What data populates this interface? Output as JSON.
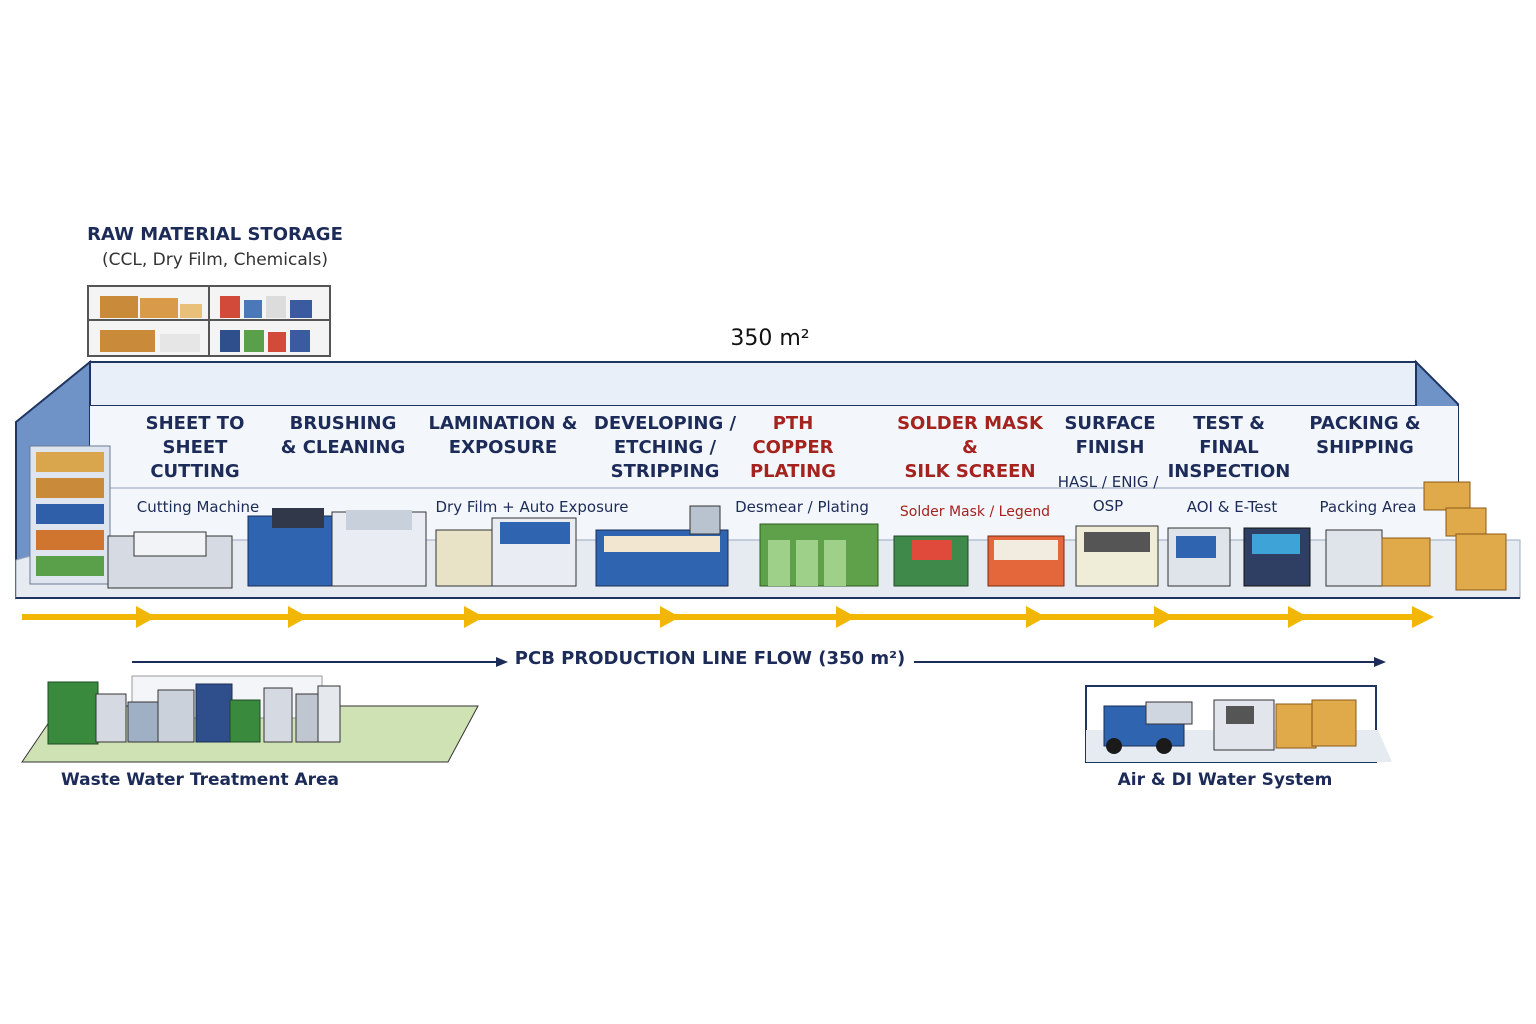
{
  "raw_storage": {
    "title": "RAW MATERIAL STORAGE",
    "subtitle": "(CCL, Dry Film, Chemicals)"
  },
  "area": "350 m²",
  "stages": [
    {
      "title": "SHEET TO\nSHEET\nCUTTING",
      "subtitle": "Cutting Machine",
      "color": "#1c2b57"
    },
    {
      "title": "BRUSHING\n& CLEANING",
      "subtitle": "",
      "color": "#1c2b57"
    },
    {
      "title": "LAMINATION &\nEXPOSURE",
      "subtitle": "Dry Film + Auto Exposure",
      "color": "#1c2b57"
    },
    {
      "title": "DEVELOPING /\nETCHING /\nSTRIPPING",
      "subtitle": "",
      "color": "#1c2b57"
    },
    {
      "title": "PTH\nCOPPER\nPLATING",
      "subtitle": "Desmear / Plating",
      "color": "#a5231f"
    },
    {
      "title": "SOLDER MASK\n&\nSILK SCREEN",
      "subtitle": "Solder Mask / Legend",
      "color": "#a5231f"
    },
    {
      "title": "SURFACE\nFINISH",
      "subtitle": "HASL / ENIG /\nOSP",
      "color": "#1c2b57"
    },
    {
      "title": "TEST &\nFINAL\nINSPECTION",
      "subtitle": "AOI & E-Test",
      "color": "#1c2b57"
    },
    {
      "title": "PACKING &\nSHIPPING",
      "subtitle": "Packing Area",
      "color": "#1c2b57"
    }
  ],
  "flow_label": "PCB PRODUCTION LINE FLOW (350 m²)",
  "waste_area": "Waste Water Treatment Area",
  "air_system": "Air & DI Water System",
  "colors": {
    "accent_arrow": "#f2b705",
    "navy": "#1c2b57",
    "red": "#a5231f",
    "wall": "#6f93c7"
  }
}
